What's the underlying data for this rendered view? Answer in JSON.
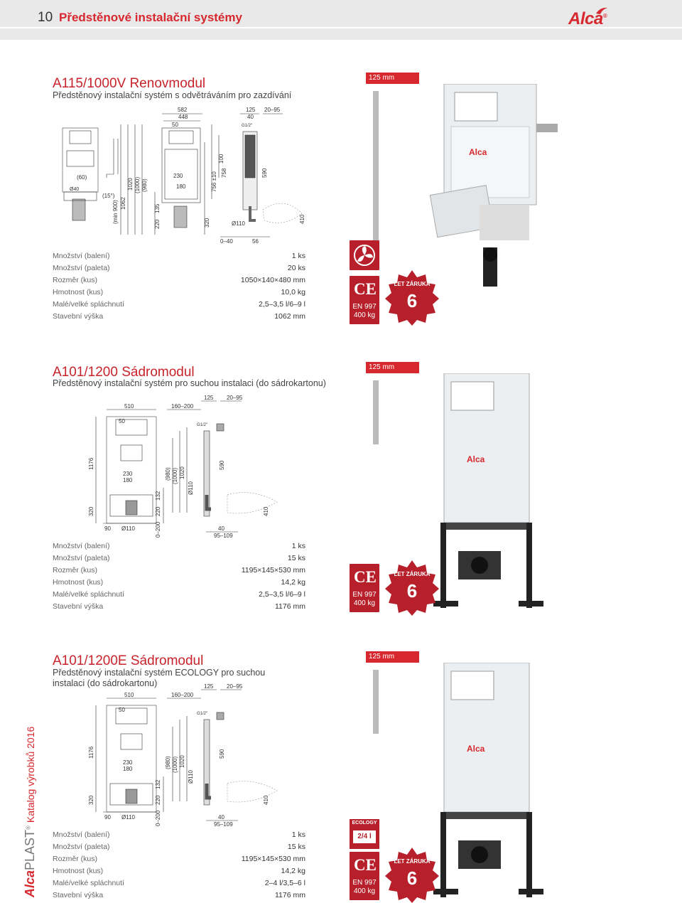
{
  "header": {
    "page_number": "10",
    "title": "Předstěnové instalační systémy",
    "logo": "Alca",
    "logo_reg": "®"
  },
  "side": {
    "brand_alca": "Alca",
    "brand_plast": "PLAST",
    "brand_reg": "®",
    "catalog": "Katalog výrobků 2016"
  },
  "products": [
    {
      "title": "A115/1000V Renovmodul",
      "subtitle": "Předstěnový instalační systém s odvětráváním pro zazdívání",
      "photo_dim": "125 mm",
      "specs": [
        {
          "label": "Množství (balení)",
          "value": "1 ks"
        },
        {
          "label": "Množství (paleta)",
          "value": "20 ks"
        },
        {
          "label": "Rozměr (kus)",
          "value": "1050×140×480 mm"
        },
        {
          "label": "Hmotnost (kus)",
          "value": "10,0 kg"
        },
        {
          "label": "Malé/velké spláchnutí",
          "value": "2,5–3,5 l/6–9 l"
        },
        {
          "label": "Stavební výška",
          "value": "1062 mm"
        }
      ],
      "badges": {
        "en": "EN 997",
        "kg": "400 kg",
        "warranty_years": "6",
        "warranty_text": "LET ZÁRUKA"
      },
      "dims": {
        "w582": "582",
        "w448": "448",
        "w50": "50",
        "d125": "125",
        "d40": "40",
        "d20_95": "20–95",
        "g12": "G1/2\"",
        "h1062": "1062",
        "h1020": "1020",
        "h1000": "(1000)",
        "h980": "(980)",
        "h758": "758",
        "h756": "756 ±10",
        "h590": "590",
        "h320": "320",
        "h220": "220",
        "h135": "135",
        "h100": "100",
        "w230": "230",
        "w180": "180",
        "w60": "(60)",
        "a15": "(15°)",
        "min900": "(min 900)",
        "d110": "Ø110",
        "d0_40": "0–40",
        "d56": "56",
        "d410": "410",
        "d40b": "Ø40"
      }
    },
    {
      "title": "A101/1200 Sádromodul",
      "subtitle": "Předstěnový instalační systém pro suchou instalaci (do sádrokartonu)",
      "photo_dim": "125 mm",
      "specs": [
        {
          "label": "Množství (balení)",
          "value": "1 ks"
        },
        {
          "label": "Množství (paleta)",
          "value": "15 ks"
        },
        {
          "label": "Rozměr (kus)",
          "value": "1195×145×530 mm"
        },
        {
          "label": "Hmotnost (kus)",
          "value": "14,2 kg"
        },
        {
          "label": "Malé/velké spláchnutí",
          "value": "2,5–3,5 l/6–9 l"
        },
        {
          "label": "Stavební výška",
          "value": "1176 mm"
        }
      ],
      "badges": {
        "en": "EN 997",
        "kg": "400 kg",
        "warranty_years": "6",
        "warranty_text": "LET ZÁRUKA"
      },
      "dims": {
        "w510": "510",
        "w50": "50",
        "d160_200": "160–200",
        "d125": "125",
        "d20_95": "20–95",
        "g12": "G1/2\"",
        "h1176": "1176",
        "h1020": "1020",
        "h1000": "(1000)",
        "h980": "(980)",
        "h590": "590",
        "h320": "320",
        "h220": "220",
        "h132": "132",
        "w230": "230",
        "w180": "180",
        "d110": "Ø110",
        "w90": "90",
        "d0_200": "0–200",
        "d40": "40",
        "d95_109": "95–109",
        "d410": "410"
      }
    },
    {
      "title": "A101/1200E Sádromodul",
      "subtitle": "Předstěnový instalační systém ECOLOGY pro suchou instalaci (do sádrokartonu)",
      "photo_dim": "125 mm",
      "specs": [
        {
          "label": "Množství (balení)",
          "value": "1 ks"
        },
        {
          "label": "Množství (paleta)",
          "value": "15 ks"
        },
        {
          "label": "Rozměr (kus)",
          "value": "1195×145×530 mm"
        },
        {
          "label": "Hmotnost (kus)",
          "value": "14,2 kg"
        },
        {
          "label": "Malé/velké spláchnutí",
          "value": "2–4 l/3,5–6 l"
        },
        {
          "label": "Stavební výška",
          "value": "1176 mm"
        }
      ],
      "badges": {
        "en": "EN 997",
        "kg": "400 kg",
        "warranty_years": "6",
        "warranty_text": "LET ZÁRUKA",
        "eco": "ECOLOGY",
        "eco_value": "2/4 l"
      },
      "dims": {
        "w510": "510",
        "w50": "50",
        "d160_200": "160–200",
        "d125": "125",
        "d20_95": "20–95",
        "g12": "G1/2\"",
        "h1176": "1176",
        "h1020": "1020",
        "h1000": "(1000)",
        "h980": "(980)",
        "h590": "590",
        "h320": "320",
        "h220": "220",
        "h132": "132",
        "w230": "230",
        "w180": "180",
        "d110": "Ø110",
        "w90": "90",
        "d0_200": "0–200",
        "d40": "40",
        "d95_109": "95–109",
        "d410": "410"
      }
    }
  ],
  "colors": {
    "accent": "#d6282e",
    "badge": "#b7202a",
    "header_bg": "#e9e9e9"
  }
}
